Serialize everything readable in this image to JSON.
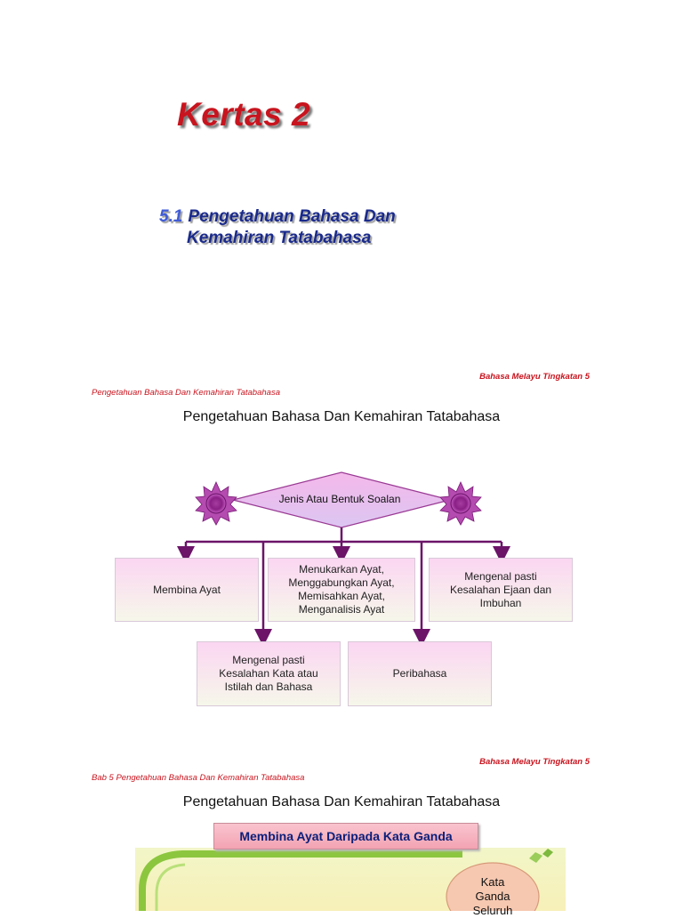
{
  "slide1": {
    "title": "Kertas 2",
    "section_number": "5.1",
    "section_title_line1": "Pengetahuan Bahasa Dan",
    "section_title_line2": "Kemahiran Tatabahasa"
  },
  "slide2": {
    "header_right": "Bahasa Melayu Tingkatan 5",
    "header_left": "Pengetahuan Bahasa Dan Kemahiran Tatabahasa",
    "heading": "Pengetahuan Bahasa Dan Kemahiran Tatabahasa",
    "diagram": {
      "center_label": "Jenis Atau Bentuk Soalan",
      "boxes": [
        "Membina Ayat",
        "Menukarkan Ayat,\nMenggabungkan Ayat,\nMemisahkan Ayat,\nMenganalisis Ayat",
        "Mengenal pasti\nKesalahan Ejaan dan\nImbuhan",
        "Mengenal pasti\nKesalahan Kata atau\nIstilah dan Bahasa",
        "Peribahasa"
      ]
    }
  },
  "slide3": {
    "header_right": "Bahasa Melayu Tingkatan 5",
    "header_left": "Bab 5  Pengetahuan Bahasa Dan Kemahiran Tatabahasa",
    "heading": "Pengetahuan Bahasa Dan Kemahiran Tatabahasa",
    "banner": "Membina Ayat Daripada Kata Ganda",
    "oval_line1": "Kata",
    "oval_line2": "Ganda",
    "oval_line3": "Seluruh"
  },
  "colors": {
    "title_red": "#c8141e",
    "subtitle_blue": "#1a2a8c",
    "connector_purple": "#6b1468",
    "box_pink": "#fbd6f2"
  }
}
